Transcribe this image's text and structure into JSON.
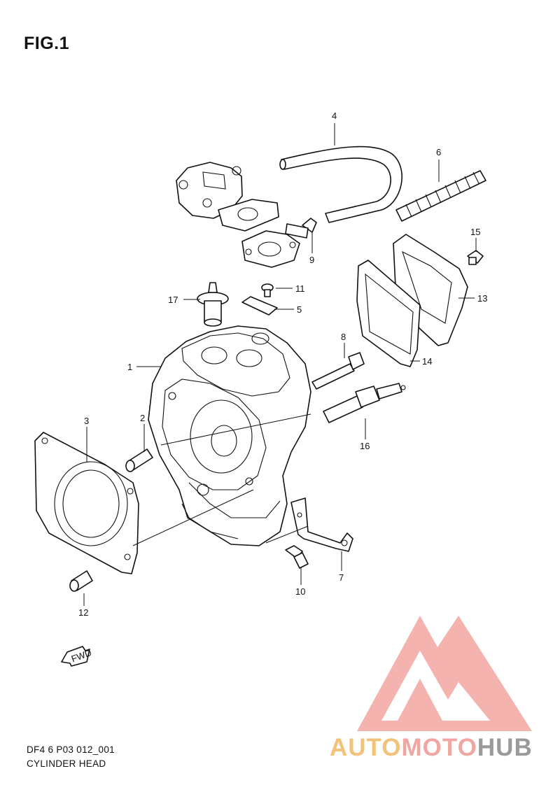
{
  "figure": {
    "title": "FIG.1",
    "code": "DF4 6 P03 012_001",
    "name": "CYLINDER HEAD"
  },
  "callouts": [
    {
      "id": "1",
      "label": "1"
    },
    {
      "id": "2",
      "label": "2"
    },
    {
      "id": "3",
      "label": "3"
    },
    {
      "id": "4",
      "label": "4"
    },
    {
      "id": "5",
      "label": "5"
    },
    {
      "id": "6",
      "label": "6"
    },
    {
      "id": "7",
      "label": "7"
    },
    {
      "id": "8",
      "label": "8"
    },
    {
      "id": "9",
      "label": "9"
    },
    {
      "id": "10",
      "label": "10"
    },
    {
      "id": "11",
      "label": "11"
    },
    {
      "id": "12",
      "label": "12"
    },
    {
      "id": "13",
      "label": "13"
    },
    {
      "id": "14",
      "label": "14"
    },
    {
      "id": "15",
      "label": "15"
    },
    {
      "id": "16",
      "label": "16"
    },
    {
      "id": "17",
      "label": "17"
    }
  ],
  "fwd_arrow": {
    "label": "FWD",
    "icon": "forward-arrow-icon"
  },
  "watermark": {
    "part1": "AUTO",
    "part2": "MOTO",
    "part3": "HUB",
    "colors": {
      "auto": "#f2c27a",
      "moto": "#f0a7a3",
      "hub": "#9a9a9a",
      "triangle": "#f19a94"
    }
  }
}
